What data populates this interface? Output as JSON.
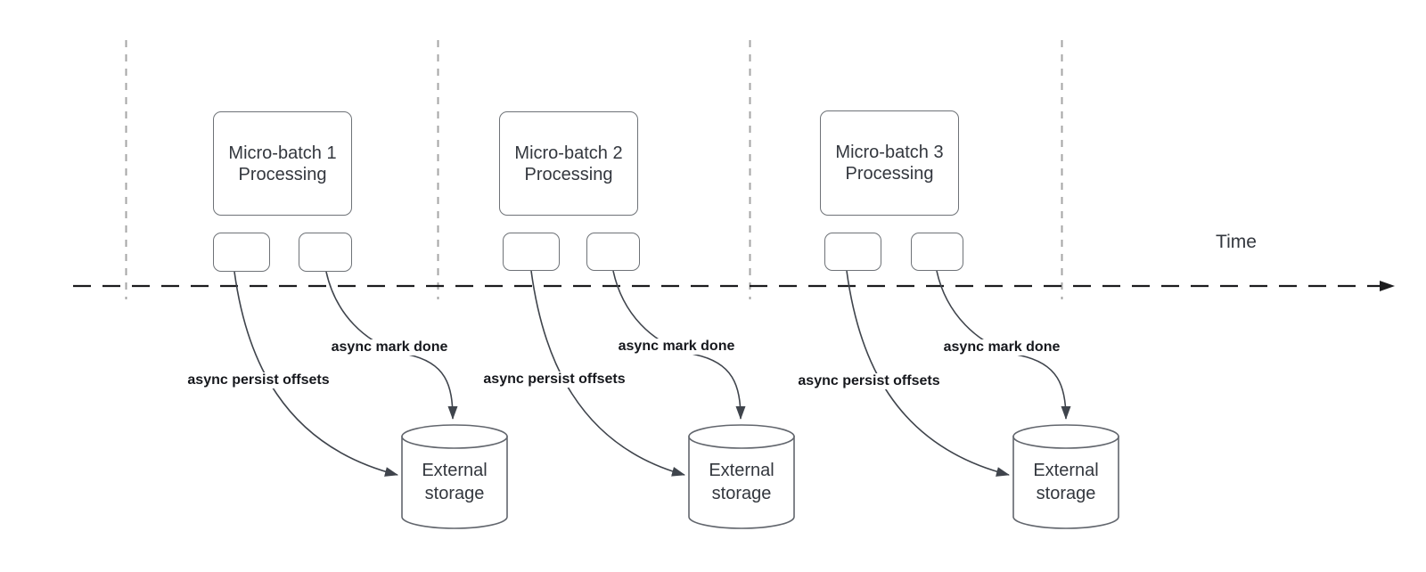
{
  "colors": {
    "background": "#ffffff",
    "shape_border": "#6e7277",
    "arrow": "#3f444c",
    "timeline": "#1c1c1e",
    "guide_line": "#a6a6a6",
    "shape_text": "#33373e",
    "edge_label_text": "#16181d"
  },
  "timeline": {
    "label": "Time"
  },
  "batches": [
    {
      "title_line1": "Micro-batch 1",
      "title_line2": "Processing",
      "persist_label": "async persist offsets",
      "done_label": "async mark done",
      "storage_line1": "External",
      "storage_line2": "storage"
    },
    {
      "title_line1": "Micro-batch 2",
      "title_line2": "Processing",
      "persist_label": "async persist offsets",
      "done_label": "async mark done",
      "storage_line1": "External",
      "storage_line2": "storage"
    },
    {
      "title_line1": "Micro-batch 3",
      "title_line2": "Processing",
      "persist_label": "async persist offsets",
      "done_label": "async mark done",
      "storage_line1": "External",
      "storage_line2": "storage"
    }
  ]
}
